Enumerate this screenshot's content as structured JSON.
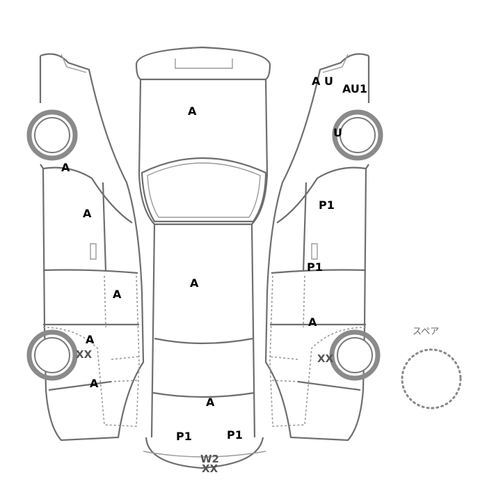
{
  "diagram": {
    "spare_label": "スペア",
    "marks": {
      "hood": "A",
      "roof": "A",
      "trunk": "A",
      "rear_bumper_left": "P1",
      "rear_bumper_right": "P1",
      "rear_bumper_w2": "W2",
      "rear_bumper_xx": "XX",
      "left_front_fender": "A",
      "left_front_door": "A",
      "left_rear_door": "A",
      "left_rear_fender": "A",
      "left_rear_wheel_xx": "XX",
      "left_rear_quarter": "A",
      "right_mirror": "A U",
      "right_front_au1": "AU1",
      "right_front_wheel": "U",
      "right_front_door": "P1",
      "right_rear_door": "P1",
      "right_rear_fender": "A",
      "right_rear_wheel_xx": "XX"
    }
  }
}
